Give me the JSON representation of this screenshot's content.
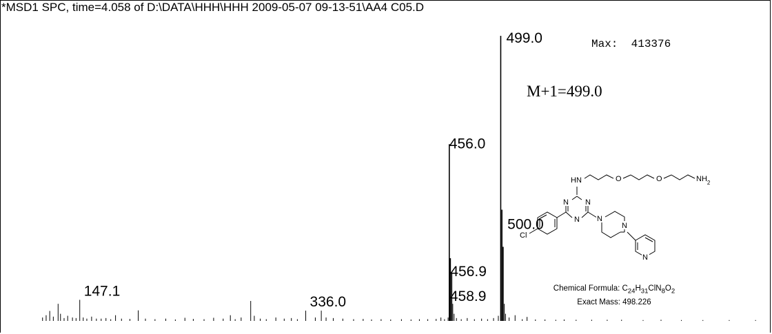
{
  "header": {
    "title": "*MSD1 SPC, time=4.058 of D:\\DATA\\HHH\\HHH 2009-05-07 09-13-51\\AA4 C05.D"
  },
  "max_text": "Max:  413376",
  "mplus_text": "M+1=499.0",
  "molecule": {
    "atoms": {
      "hn": "HN",
      "o": "O",
      "nh": "NH",
      "h2sub": "2",
      "n": "N",
      "cl": "Cl"
    },
    "formula_label": "Chemical Formula: ",
    "formula_parts": [
      "C",
      "24",
      "H",
      "31",
      "ClN",
      "8",
      "O",
      "2"
    ],
    "exact_mass": "Exact Mass: 498.226"
  },
  "chart_data": {
    "type": "bar",
    "title": "*MSD1 SPC, time=4.058 of D:\\DATA\\HHH\\HHH 2009-05-07 09-13-51\\AA4 C05.D",
    "xlim": [
      115,
      720
    ],
    "ylim": [
      0,
      413376
    ],
    "max_abundance": 413376,
    "labeled_peaks": [
      {
        "mz": 147.1,
        "label": "147.1"
      },
      {
        "mz": 336.0,
        "label": "336.0"
      },
      {
        "mz": 456.0,
        "label": "456.0"
      },
      {
        "mz": 456.9,
        "label": "456.9"
      },
      {
        "mz": 458.9,
        "label": "458.9"
      },
      {
        "mz": 499.0,
        "label": "499.0"
      },
      {
        "mz": 500.0,
        "label": "500.0"
      }
    ],
    "peaks": [
      {
        "mz": 116,
        "rel": 0.012
      },
      {
        "mz": 119,
        "rel": 0.02
      },
      {
        "mz": 122,
        "rel": 0.035
      },
      {
        "mz": 125,
        "rel": 0.015
      },
      {
        "mz": 129,
        "rel": 0.06
      },
      {
        "mz": 131,
        "rel": 0.025
      },
      {
        "mz": 134,
        "rel": 0.01
      },
      {
        "mz": 137,
        "rel": 0.018
      },
      {
        "mz": 141,
        "rel": 0.012
      },
      {
        "mz": 144,
        "rel": 0.01
      },
      {
        "mz": 147.1,
        "rel": 0.074
      },
      {
        "mz": 150,
        "rel": 0.012
      },
      {
        "mz": 153,
        "rel": 0.008
      },
      {
        "mz": 157,
        "rel": 0.015
      },
      {
        "mz": 161,
        "rel": 0.008
      },
      {
        "mz": 165,
        "rel": 0.008
      },
      {
        "mz": 169,
        "rel": 0.01
      },
      {
        "mz": 173,
        "rel": 0.006
      },
      {
        "mz": 177,
        "rel": 0.02
      },
      {
        "mz": 182,
        "rel": 0.008
      },
      {
        "mz": 189,
        "rel": 0.007
      },
      {
        "mz": 196,
        "rel": 0.037
      },
      {
        "mz": 202,
        "rel": 0.008
      },
      {
        "mz": 210,
        "rel": 0.006
      },
      {
        "mz": 219,
        "rel": 0.008
      },
      {
        "mz": 227,
        "rel": 0.005
      },
      {
        "mz": 235,
        "rel": 0.011
      },
      {
        "mz": 242,
        "rel": 0.007
      },
      {
        "mz": 251,
        "rel": 0.006
      },
      {
        "mz": 259,
        "rel": 0.011
      },
      {
        "mz": 267,
        "rel": 0.008
      },
      {
        "mz": 273,
        "rel": 0.02
      },
      {
        "mz": 277,
        "rel": 0.006
      },
      {
        "mz": 282,
        "rel": 0.012
      },
      {
        "mz": 290,
        "rel": 0.07
      },
      {
        "mz": 293,
        "rel": 0.018
      },
      {
        "mz": 298,
        "rel": 0.008
      },
      {
        "mz": 303,
        "rel": 0.006
      },
      {
        "mz": 311,
        "rel": 0.012
      },
      {
        "mz": 318,
        "rel": 0.008
      },
      {
        "mz": 324,
        "rel": 0.01
      },
      {
        "mz": 329,
        "rel": 0.006
      },
      {
        "mz": 336.0,
        "rel": 0.036
      },
      {
        "mz": 344,
        "rel": 0.012
      },
      {
        "mz": 349,
        "rel": 0.036
      },
      {
        "mz": 353,
        "rel": 0.012
      },
      {
        "mz": 359,
        "rel": 0.01
      },
      {
        "mz": 367,
        "rel": 0.008
      },
      {
        "mz": 376,
        "rel": 0.006
      },
      {
        "mz": 384,
        "rel": 0.007
      },
      {
        "mz": 391,
        "rel": 0.005
      },
      {
        "mz": 399,
        "rel": 0.006
      },
      {
        "mz": 407,
        "rel": 0.005
      },
      {
        "mz": 416,
        "rel": 0.006
      },
      {
        "mz": 424,
        "rel": 0.005
      },
      {
        "mz": 431,
        "rel": 0.006
      },
      {
        "mz": 438,
        "rel": 0.006
      },
      {
        "mz": 445,
        "rel": 0.007
      },
      {
        "mz": 449,
        "rel": 0.012
      },
      {
        "mz": 452,
        "rel": 0.006
      },
      {
        "mz": 455,
        "rel": 0.012
      },
      {
        "mz": 456.0,
        "rel": 0.62
      },
      {
        "mz": 456.9,
        "rel": 0.22
      },
      {
        "mz": 458.0,
        "rel": 0.17
      },
      {
        "mz": 458.9,
        "rel": 0.06
      },
      {
        "mz": 460,
        "rel": 0.025
      },
      {
        "mz": 462,
        "rel": 0.01
      },
      {
        "mz": 466,
        "rel": 0.006
      },
      {
        "mz": 471,
        "rel": 0.01
      },
      {
        "mz": 477,
        "rel": 0.006
      },
      {
        "mz": 483,
        "rel": 0.008
      },
      {
        "mz": 488,
        "rel": 0.006
      },
      {
        "mz": 493,
        "rel": 0.01
      },
      {
        "mz": 497,
        "rel": 0.018
      },
      {
        "mz": 499.0,
        "rel": 1.0
      },
      {
        "mz": 500.0,
        "rel": 0.39
      },
      {
        "mz": 501,
        "rel": 0.26
      },
      {
        "mz": 502,
        "rel": 0.06
      },
      {
        "mz": 503,
        "rel": 0.025
      },
      {
        "mz": 506,
        "rel": 0.012
      },
      {
        "mz": 511,
        "rel": 0.02
      },
      {
        "mz": 517,
        "rel": 0.006
      },
      {
        "mz": 521,
        "rel": 0.014
      },
      {
        "mz": 528,
        "rel": 0.005
      },
      {
        "mz": 536,
        "rel": 0.005
      },
      {
        "mz": 545,
        "rel": 0.004
      },
      {
        "mz": 552,
        "rel": 0.005
      },
      {
        "mz": 562,
        "rel": 0.004
      },
      {
        "mz": 575,
        "rel": 0.004
      },
      {
        "mz": 588,
        "rel": 0.004
      },
      {
        "mz": 600,
        "rel": 0.004
      },
      {
        "mz": 618,
        "rel": 0.003
      },
      {
        "mz": 633,
        "rel": 0.004
      },
      {
        "mz": 650,
        "rel": 0.003
      },
      {
        "mz": 668,
        "rel": 0.003
      },
      {
        "mz": 690,
        "rel": 0.003
      },
      {
        "mz": 712,
        "rel": 0.003
      }
    ]
  }
}
